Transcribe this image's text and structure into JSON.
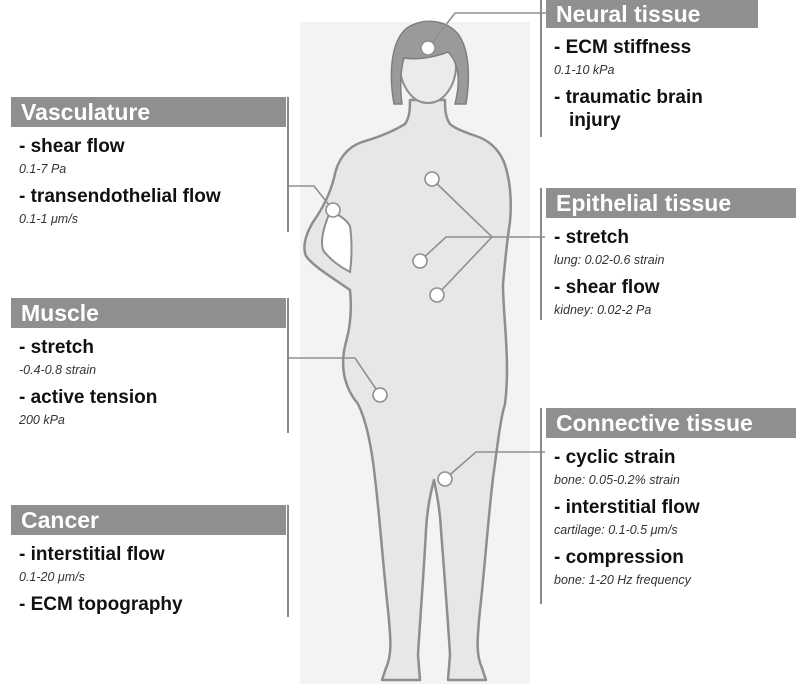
{
  "colors": {
    "header_bg": "#8f8f8f",
    "header_text": "#ffffff",
    "figure_fill": "#e7e7e7",
    "figure_outline": "#8e8e8e",
    "hair": "#8f8f8f",
    "backdrop": "#f3f3f3"
  },
  "panels": {
    "neural": {
      "title": "Neural tissue",
      "items": [
        {
          "label": "- ECM stiffness",
          "value": "0.1-10 kPa"
        },
        {
          "label": "- traumatic brain",
          "label_cont": "injury"
        }
      ]
    },
    "vasculature": {
      "title": "Vasculature",
      "items": [
        {
          "label": "- shear flow",
          "value": "0.1-7 Pa"
        },
        {
          "label": "- transendothelial flow",
          "value": "0.1-1 μm/s"
        }
      ]
    },
    "epithelial": {
      "title": "Epithelial tissue",
      "items": [
        {
          "label": "- stretch",
          "value": "lung: 0.02-0.6 strain"
        },
        {
          "label": "- shear flow",
          "value": "kidney:  0.02-2 Pa"
        }
      ]
    },
    "muscle": {
      "title": "Muscle",
      "items": [
        {
          "label": "- stretch",
          "value": "-0.4-0.8 strain"
        },
        {
          "label": "- active tension",
          "value": "200 kPa"
        }
      ]
    },
    "connective": {
      "title": "Connective tissue",
      "items": [
        {
          "label": "- cyclic strain",
          "value": "bone: 0.05-0.2% strain"
        },
        {
          "label": "- interstitial flow",
          "value": "cartilage: 0.1-0.5 μm/s"
        },
        {
          "label": "- compression",
          "value": "bone: 1-20 Hz frequency"
        }
      ]
    },
    "cancer": {
      "title": "Cancer",
      "items": [
        {
          "label": "- interstitial flow",
          "value": "0.1-20 μm/s"
        },
        {
          "label": "- ECM topography"
        }
      ]
    }
  }
}
